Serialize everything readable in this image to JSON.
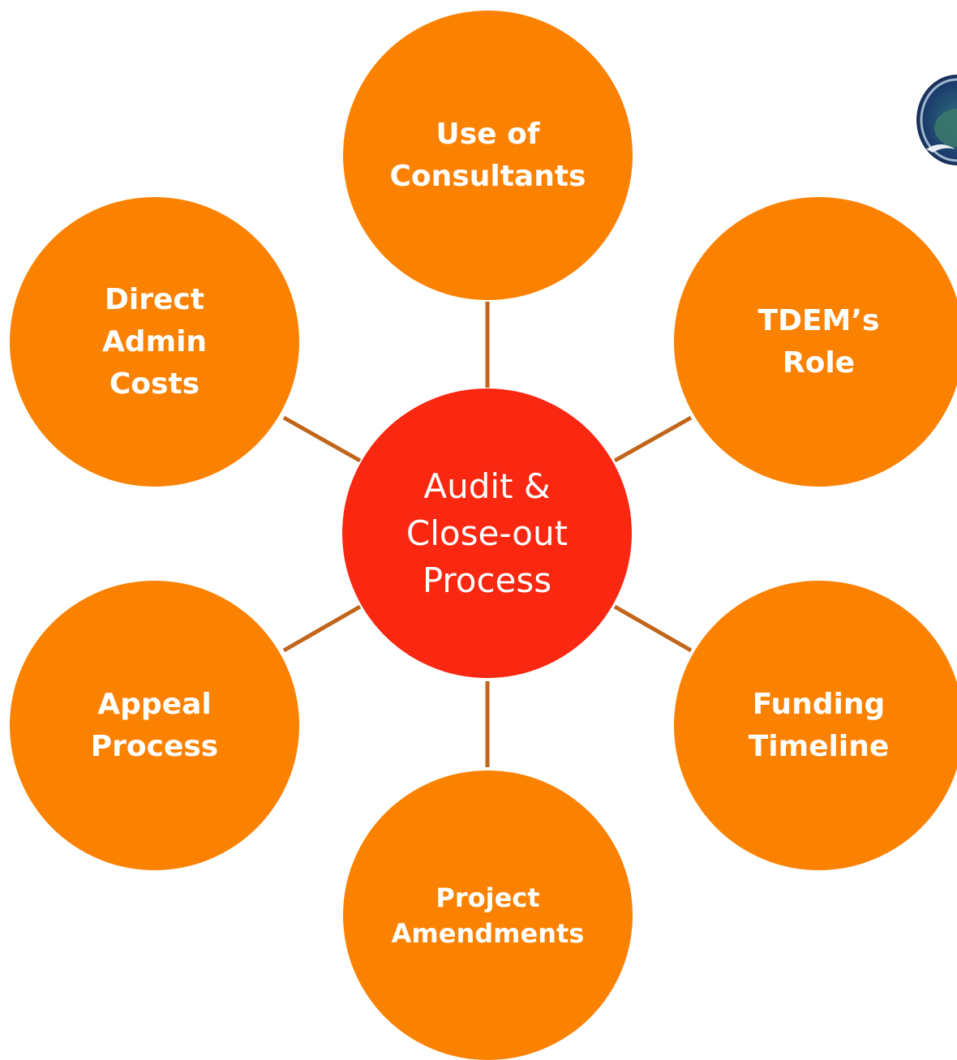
{
  "diagram": {
    "center": {
      "label": "Audit &\nClose-out\nProcess"
    },
    "nodes": [
      {
        "id": "use-of-consultants",
        "label": "Use of\nConsultants"
      },
      {
        "id": "tdems-role",
        "label": "TDEM’s\nRole"
      },
      {
        "id": "funding-timeline",
        "label": "Funding\nTimeline"
      },
      {
        "id": "project-amendments",
        "label": "Project\nAmendments"
      },
      {
        "id": "appeal-process",
        "label": "Appeal\nProcess"
      },
      {
        "id": "direct-admin-costs",
        "label": "Direct\nAdmin\nCosts"
      }
    ]
  },
  "colors": {
    "outer_node": "#fb8100",
    "center_node": "#fa2711",
    "connector": "#c0651a",
    "label": "#ffffff"
  },
  "logo": {
    "icon": "seal-emblem-icon"
  }
}
